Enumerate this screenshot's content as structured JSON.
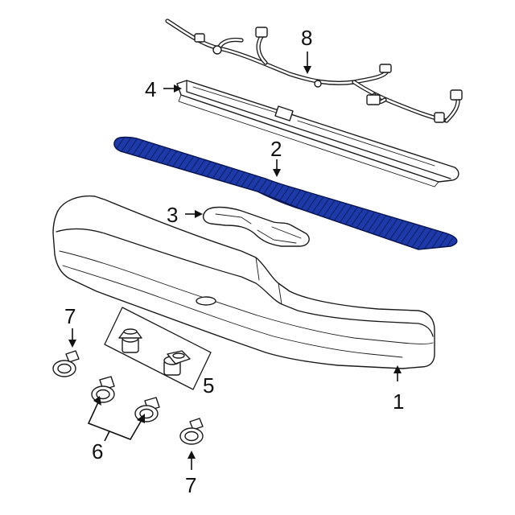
{
  "callouts": {
    "c1": "1",
    "c2": "2",
    "c3": "3",
    "c4": "4",
    "c5": "5",
    "c6": "6",
    "c7a": "7",
    "c7b": "7",
    "c8": "8"
  },
  "colors": {
    "highlight": "#1e3aa8",
    "highlight_stripe": "#0d1f6e",
    "outline": "#1a1a1a"
  }
}
